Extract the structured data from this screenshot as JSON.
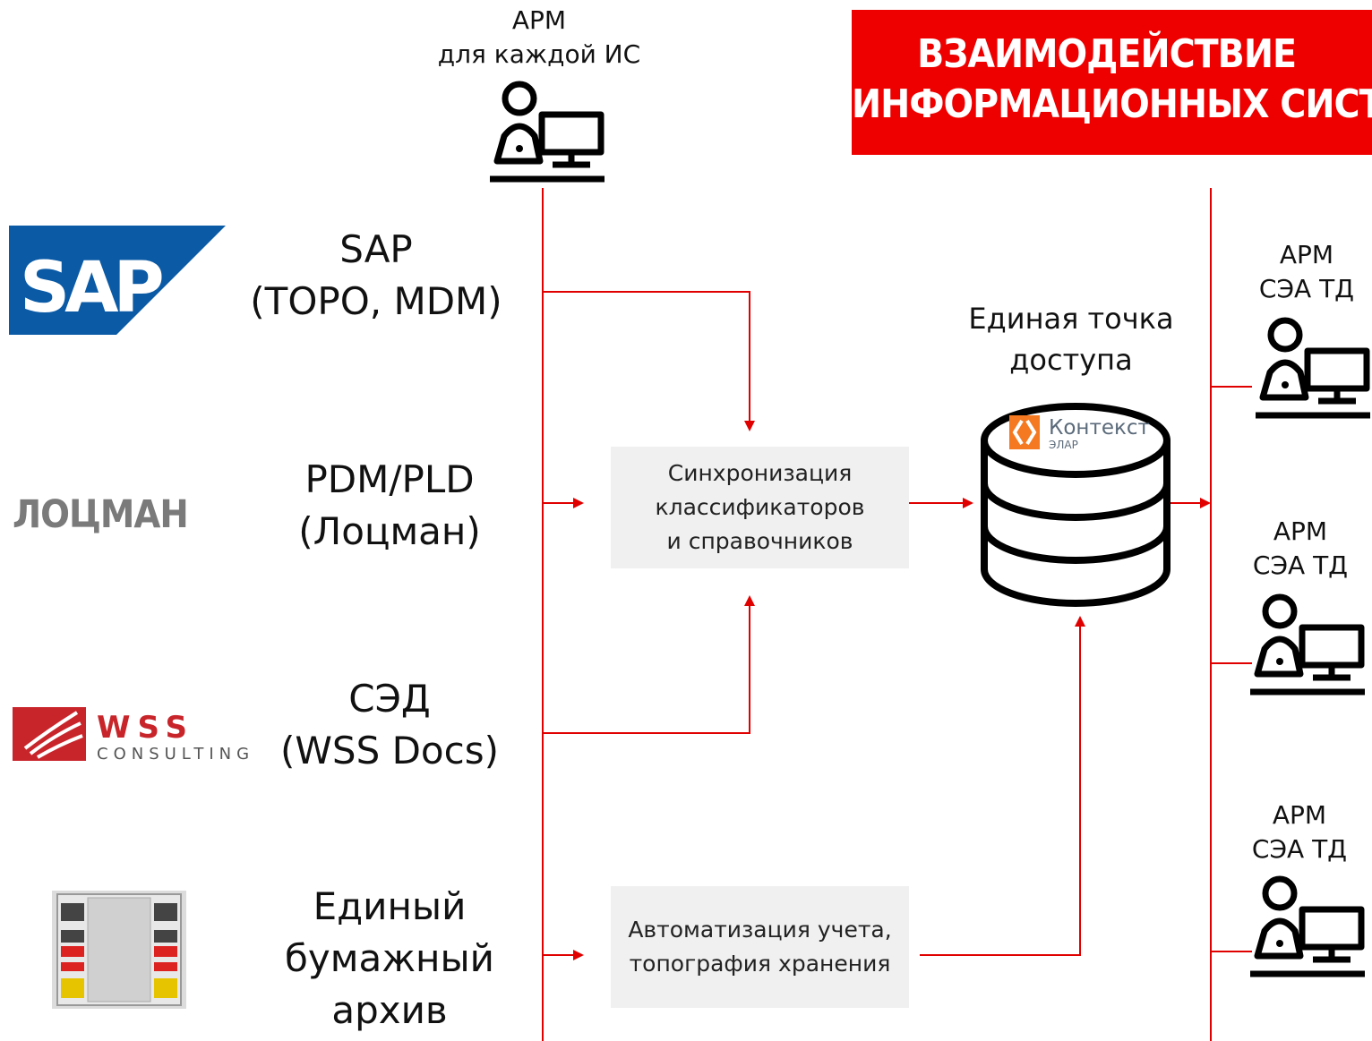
{
  "title": {
    "line1": "ВЗАИМОДЕЙСТВИЕ",
    "line2": "ИНФОРМАЦИОННЫХ СИСТЕМ"
  },
  "arm_top": {
    "line1": "АРМ",
    "line2": "для каждой ИС"
  },
  "systems": [
    {
      "logo": "SAP",
      "logo_reg": "®",
      "line1": "SAP",
      "line2": "(ТОРО, MDM)"
    },
    {
      "logo": "ЛОЦМАН",
      "line1": "PDM/PLD",
      "line2": "(Лоцман)"
    },
    {
      "logo": "WSS",
      "logo_sub": "CONSULTING",
      "line1": "СЭД",
      "line2": "(WSS Docs)"
    },
    {
      "logo": "archive-cabinet-icon",
      "line1": "Единый",
      "line2": "бумажный",
      "line3": "архив"
    }
  ],
  "sync_box": {
    "line1": "Синхронизация",
    "line2": "классификаторов",
    "line3": "и справочников"
  },
  "auto_box": {
    "line1": "Автоматизация учета,",
    "line2": "топография хранения"
  },
  "access_point": {
    "line1": "Единая точка",
    "line2": "доступа",
    "logo_text": "Контекст",
    "logo_sub": "ЭЛАР"
  },
  "arm_right": [
    {
      "line1": "АРМ",
      "line2": "СЭА ТД"
    },
    {
      "line1": "АРМ",
      "line2": "СЭА ТД"
    },
    {
      "line1": "АРМ",
      "line2": "СЭА ТД"
    }
  ],
  "colors": {
    "accent": "#ee0000",
    "sap_blue": "#0a5aa6",
    "line": "#e00000",
    "box_bg": "#f0f0f0",
    "kontekst_orange": "#f47920"
  }
}
